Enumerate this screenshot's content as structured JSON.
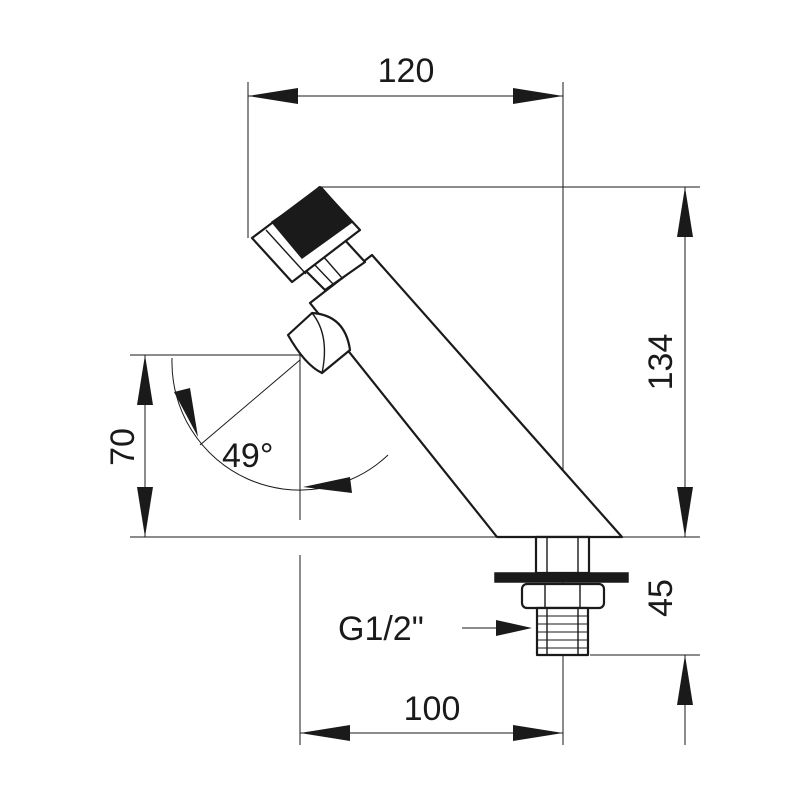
{
  "dimensions": {
    "top_width": "120",
    "bottom_width": "100",
    "total_height": "134",
    "lever_height": "70",
    "connector_height": "45",
    "angle": "49°",
    "thread": "G1/2\""
  }
}
